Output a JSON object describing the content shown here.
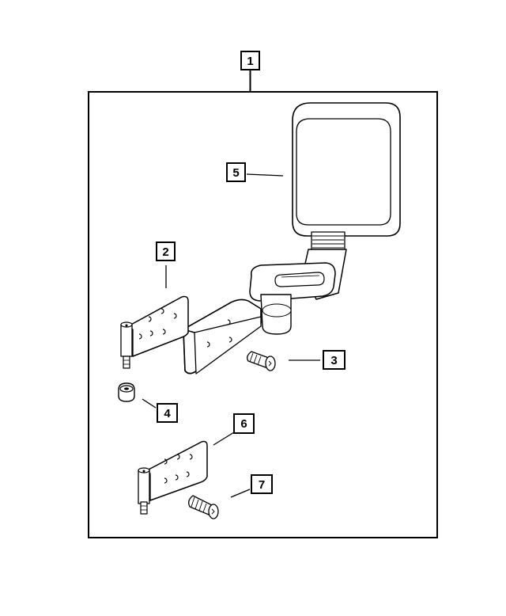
{
  "callouts": {
    "assembly": "1",
    "upper_hinge": "2",
    "screw_upper": "3",
    "nut": "4",
    "mirror_head": "5",
    "lower_hinge": "6",
    "screw_lower": "7"
  },
  "colors": {
    "ink": "#000000",
    "paper": "#ffffff"
  }
}
